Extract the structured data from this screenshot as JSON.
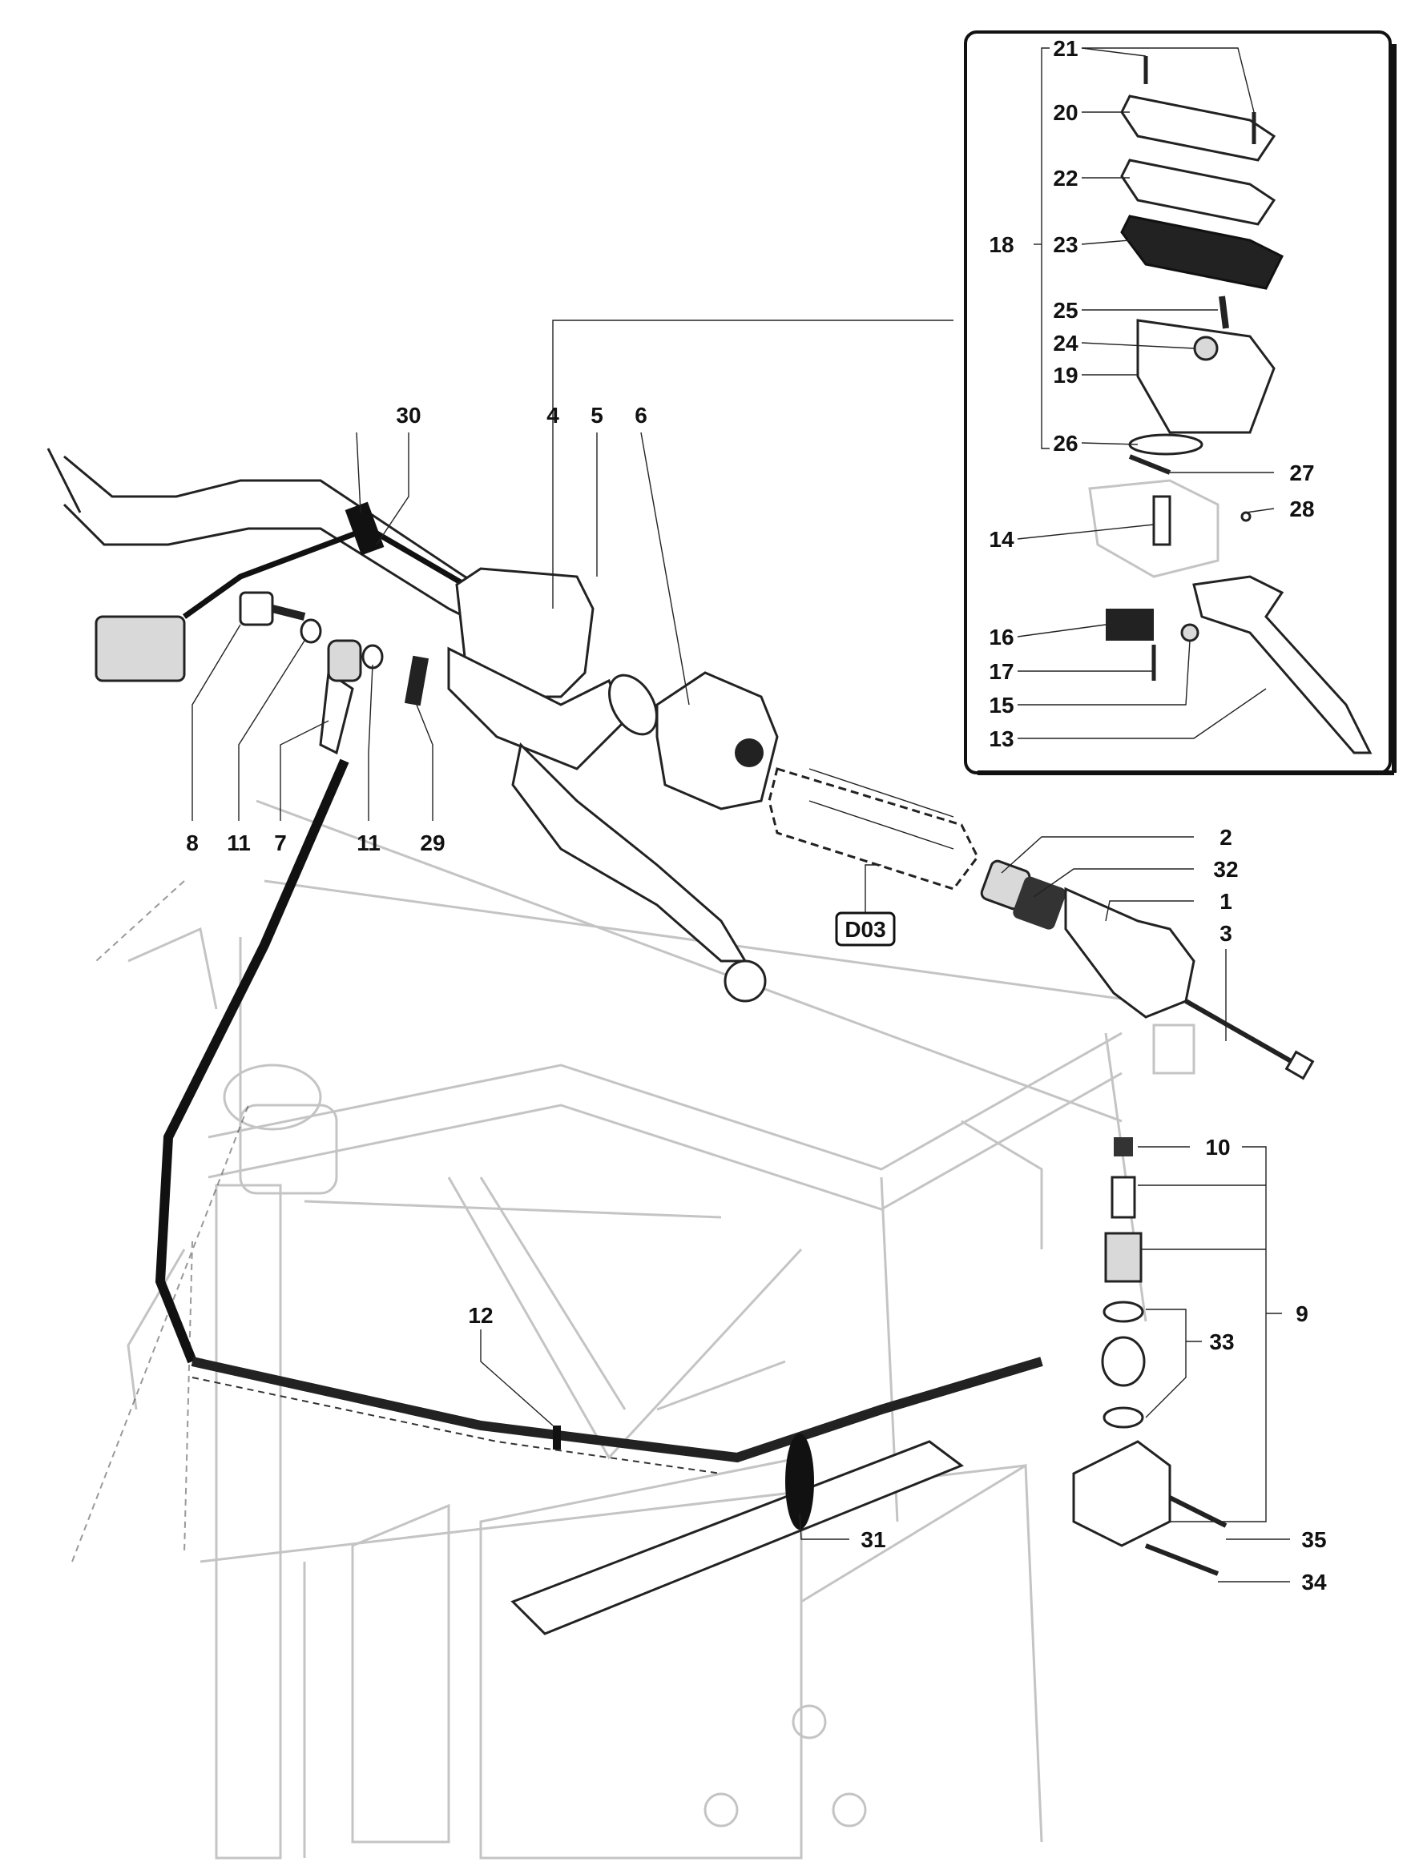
{
  "callouts": {
    "c1": "1",
    "c2": "2",
    "c3": "3",
    "c4": "4",
    "c5": "5",
    "c6": "6",
    "c7": "7",
    "c8": "8",
    "c9": "9",
    "c10": "10",
    "c11a": "11",
    "c11b": "11",
    "c12": "12",
    "c13": "13",
    "c14": "14",
    "c15": "15",
    "c16": "16",
    "c17": "17",
    "c18": "18",
    "c19": "19",
    "c20": "20",
    "c21": "21",
    "c22": "22",
    "c23": "23",
    "c24": "24",
    "c25": "25",
    "c26": "26",
    "c27": "27",
    "c28": "28",
    "c29": "29",
    "c30": "30",
    "c31": "31",
    "c32": "32",
    "c33": "33",
    "c34": "34",
    "c35": "35"
  },
  "reference_box": "D03"
}
